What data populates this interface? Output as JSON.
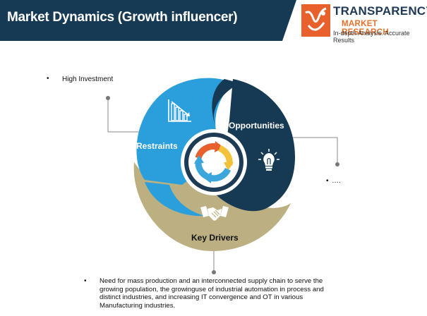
{
  "header": {
    "title": "Market Dynamics (Growth influencer)"
  },
  "logo": {
    "line1": "TRANSPARENCY",
    "line2": "MARKET RESEARCH",
    "line3": "In-depth Analysis. Accurate Results"
  },
  "segments": {
    "restraints": {
      "label": "Restraints",
      "bullet": "High Investment",
      "icon": "declining-bar-chart-icon"
    },
    "opportunities": {
      "label": "Opportunities",
      "bullet": "….",
      "icon": "light-bulb-icon"
    },
    "drivers": {
      "label": "Key Drivers",
      "bullet": "Need for mass production and an interconnected supply chain to serve the growing population, the growinguse of industrial automation in process and distinct industries, and increasing IT convergence and OT in various Manufacturing industries.",
      "icon": "handshake-icon"
    }
  },
  "center": {
    "icon": "cycle-arrows-icon"
  },
  "colors": {
    "header": "#163a54",
    "restraints": "#2a9fdc",
    "opportunities": "#163a54",
    "drivers": "#bcb082",
    "ring": "#1e3b55",
    "arrow_orange": "#e8602c",
    "arrow_yellow": "#f2c23a",
    "arrow_blue": "#3aa6dc",
    "connector": "#888888"
  }
}
